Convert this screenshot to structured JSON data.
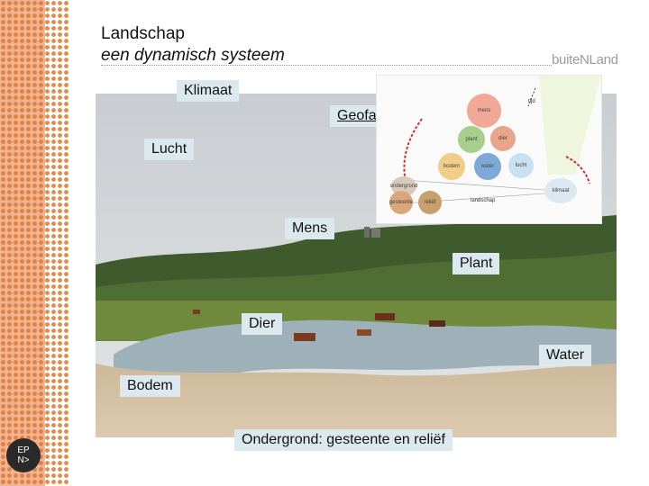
{
  "title": {
    "line1": "Landschap",
    "line2": "een dynamisch systeem"
  },
  "brand": "buiteNLand",
  "labels": {
    "klimaat": "Klimaat",
    "geofactoren": "Geofactoren",
    "lucht": "Lucht",
    "mens": "Mens",
    "plant": "Plant",
    "dier": "Dier",
    "water": "Water",
    "bodem": "Bodem",
    "ondergrond": "Ondergrond: gesteente en reliëf"
  },
  "diagram": {
    "mens": "mens",
    "tijd": "tijd",
    "plant": "plant",
    "dier": "dier",
    "bodem": "bodem",
    "water": "water",
    "lucht": "lucht",
    "ondergrond": "ondergrond",
    "gesteente": "gesteente",
    "reliëf": "reliëf",
    "landschap": "landschap",
    "klimaat": "klimaat"
  },
  "logo": {
    "line1": "EP",
    "line2": "N>"
  },
  "colors": {
    "strip": "#e2793a",
    "labelBg": "#dbe9ef"
  }
}
